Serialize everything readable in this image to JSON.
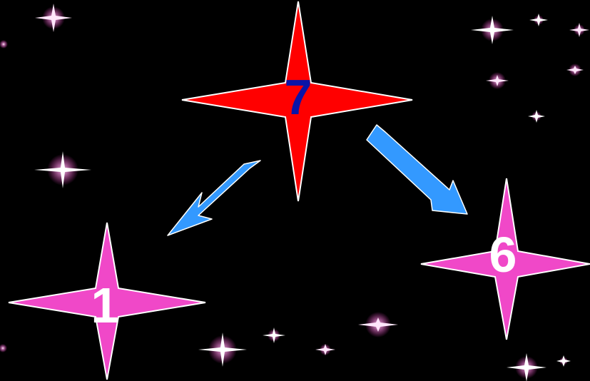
{
  "diagram": {
    "top_number": "7",
    "left_number": "1",
    "right_number": "6"
  },
  "colors": {
    "background": "#000000",
    "top_star_fill": "#ff0000",
    "bottom_star_fill": "#f048c8",
    "star_outline": "#ffffff",
    "arrow_fill": "#3399ff",
    "top_number_color": "#0a14a8",
    "bottom_number_color": "#ffffff",
    "sparkle_color": "#ffb0f0"
  }
}
